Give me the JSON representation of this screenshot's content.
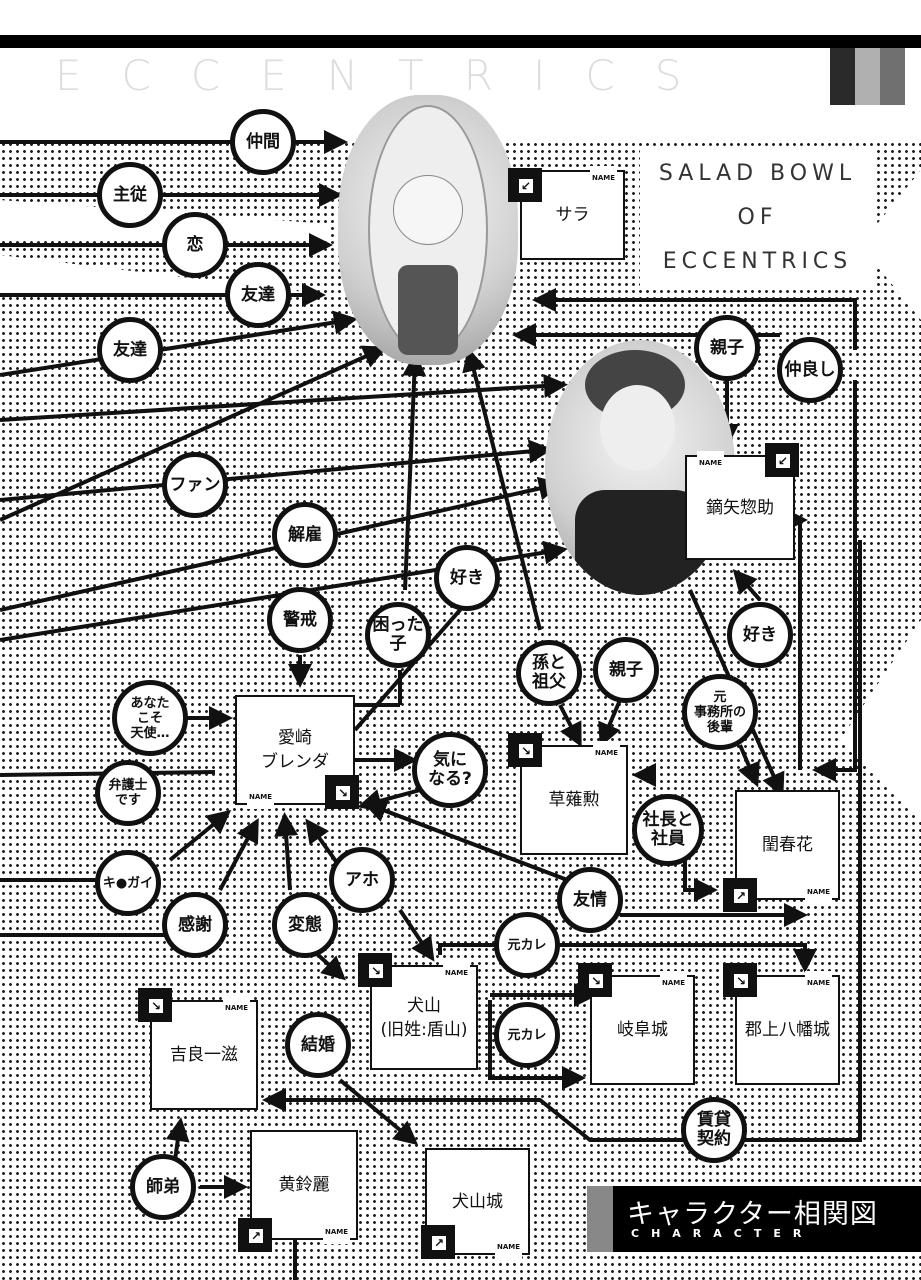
{
  "header": {
    "title": "ECCENTRICS",
    "subtitle_lines": [
      "SALAD BOWL",
      "OF",
      "ECCENTRICS"
    ],
    "swatch_colors": [
      "#2a2a2a",
      "#b0b0b0",
      "#707070"
    ]
  },
  "name_tag": "NAME",
  "characters": {
    "sara": "サラ",
    "sosuke": "鏑矢惣助",
    "brenda": "愛崎\nブレンダ",
    "kusanagi": "草薙勲",
    "haruka": "閨春花",
    "inuyama": "犬山\n(旧姓:盾山)",
    "gifu": "岐阜城",
    "gujo": "郡上八幡城",
    "kira": "吉良一滋",
    "rinrei": "黄鈴麗",
    "inuyamajo": "犬山城"
  },
  "relations": [
    "仲間",
    "主従",
    "恋",
    "友達",
    "友達",
    "ファン",
    "解雇",
    "警戒",
    "困った\n子",
    "好き",
    "孫と\n祖父",
    "親子",
    "元\n事務所の\n後輩",
    "好き",
    "親子",
    "仲良し",
    "あなた\nこそ\n天使…",
    "弁護士\nです",
    "キ●ガイ",
    "感謝",
    "変態",
    "アホ",
    "気に\nなる?",
    "社長と\n社員",
    "友情",
    "元カレ",
    "元カレ",
    "結婚",
    "賃貸\n契約",
    "師弟"
  ],
  "footer": {
    "title": "キャラクター相関図",
    "subtitle": "CHARACTER"
  }
}
